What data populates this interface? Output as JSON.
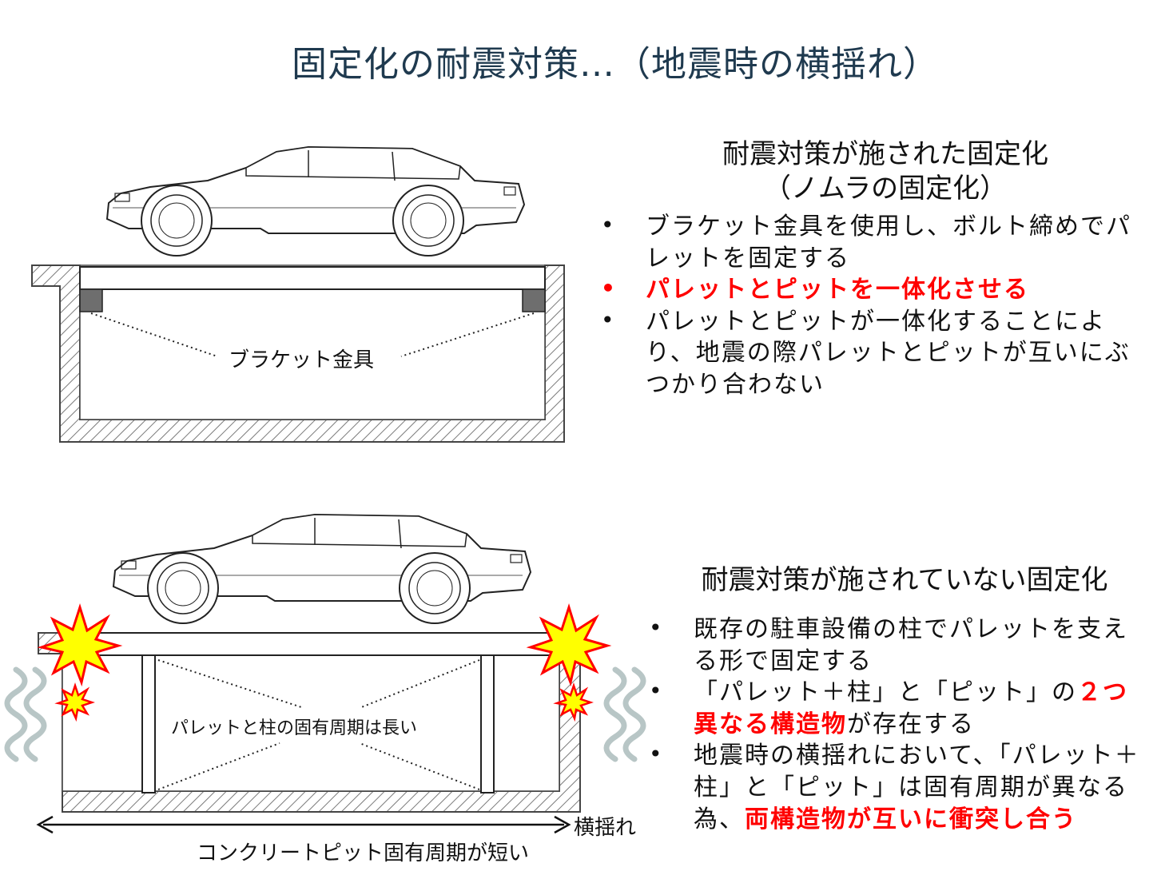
{
  "title": "固定化の耐震対策…（地震時の横揺れ）",
  "top_panel": {
    "heading_line1": "耐震対策が施された固定化",
    "heading_line2": "（ノムラの固定化）",
    "bullet1": "ブラケット金具を使用し、ボルト締めでパレットを固定する",
    "bullet2": "パレットとピットを一体化させる",
    "bullet3": "パレットとピットが一体化することにより、地震の際パレットとピットが互いにぶつかり合わない",
    "diagram_label": "ブラケット金具"
  },
  "bottom_panel": {
    "heading": "耐震対策が施されていない固定化",
    "bullet1": "既存の駐車設備の柱でパレットを支える形で固定する",
    "bullet2_a": "「パレット＋柱」と「ピット」の",
    "bullet2_red": "２つ異なる構造物",
    "bullet2_b": "が存在する",
    "bullet3_a": "地震時の横揺れにおいて、「パレット＋柱」と「ピット」は固有周期が異なる為、",
    "bullet3_red": "両構造物が互いに衝突し合う",
    "inner_label": "パレットと柱の固有周期は長い",
    "arrow_label": "横揺れ",
    "bottom_label": "コンクリートピット固有周期が短い"
  },
  "colors": {
    "title": "#1f3a4f",
    "accent_red": "#ff0000",
    "wave_gray": "#b8c6c6",
    "explosion_yellow": "#ffff00",
    "bracket_gray": "#6e6e6e"
  },
  "icons": [
    "car-icon",
    "explosion-icon",
    "shake-wave-icon"
  ]
}
